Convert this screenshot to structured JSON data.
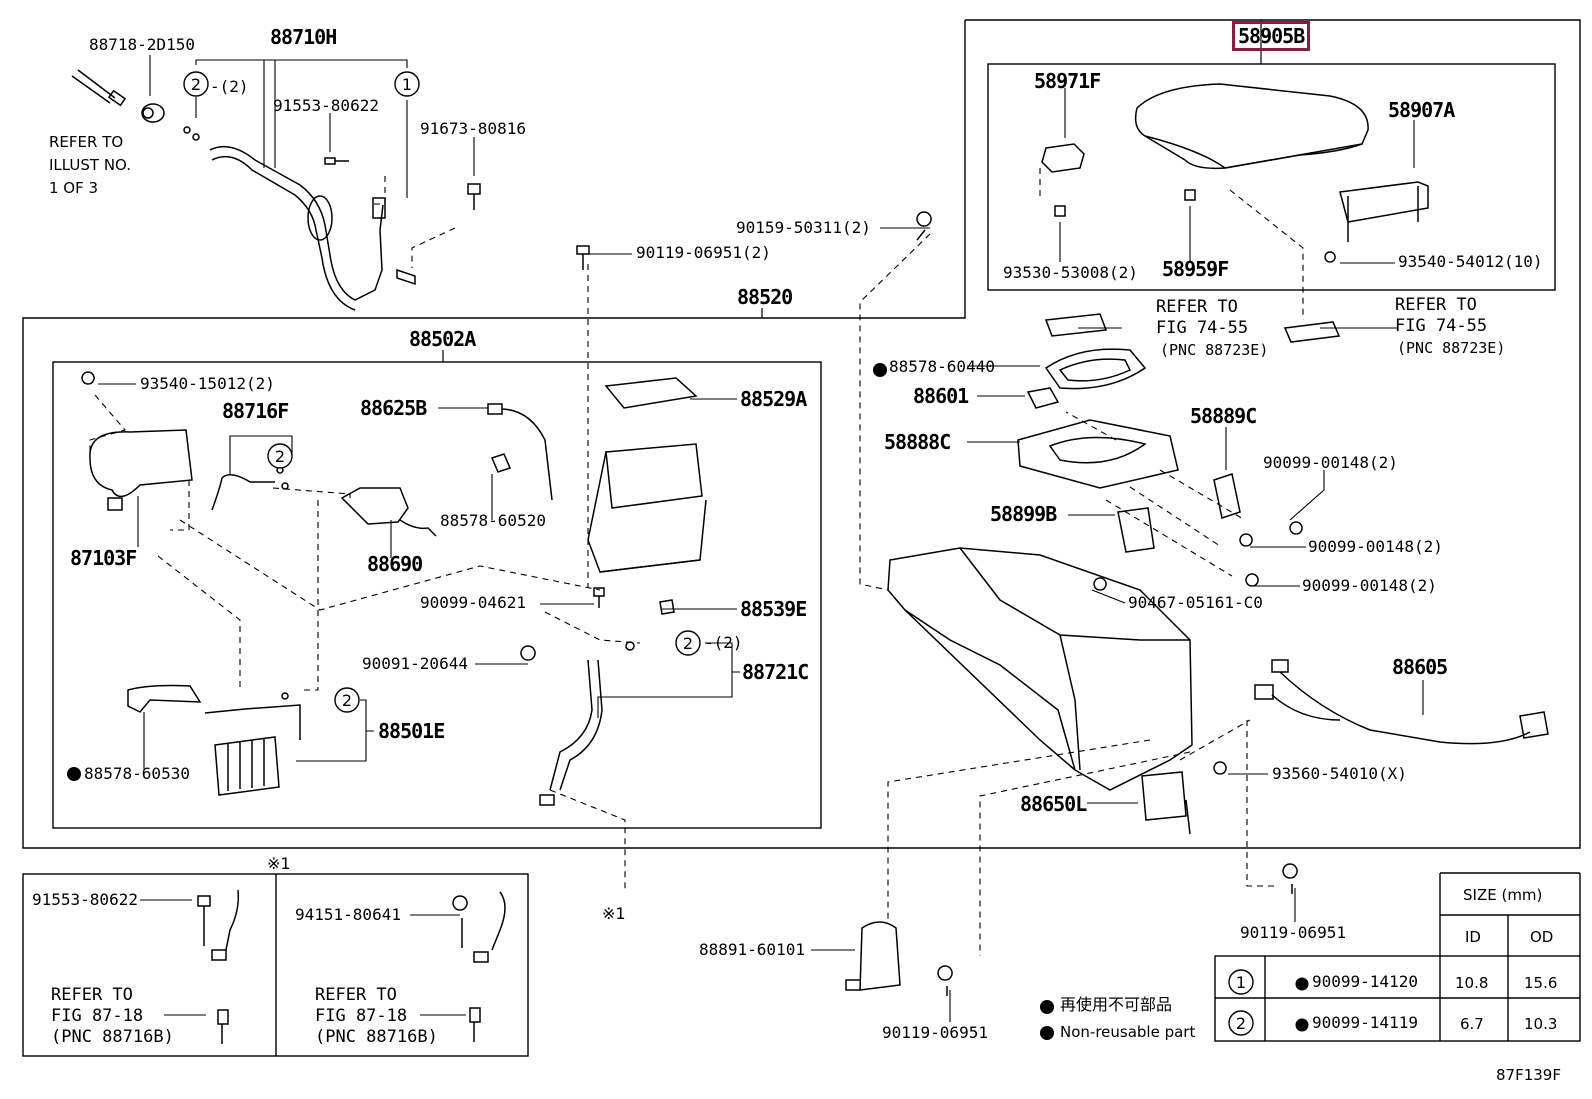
{
  "legend": {
    "dot_reusable_jp": "再使用不可部品",
    "dot_reusable_en": "Non-reusable part"
  },
  "figure_code": "87F139F",
  "size_table": {
    "title": "SIZE (mm)",
    "col_id": "ID",
    "col_od": "OD",
    "rows": [
      {
        "mark": "1",
        "part": "90099-14120",
        "id": "10.8",
        "od": "15.6"
      },
      {
        "mark": "2",
        "part": "90099-14119",
        "id": "6.7",
        "od": "10.3"
      }
    ]
  },
  "callout_marks": {
    "one": "1",
    "two": "2",
    "qty2": "-(2)"
  },
  "refs": {
    "refer_to": "REFER TO",
    "illust_no": "ILLUST NO.",
    "one_of_3": "1 OF 3",
    "fig_74_55": "FIG 74-55",
    "pnc_88723e": "(PNC 88723E)",
    "fig_87_18": "FIG 87-18",
    "pnc_88716b": "(PNC 88716B)",
    "note_mark": "※1"
  },
  "assemblies": {
    "a58905b": "58905B",
    "a88520": "88520",
    "a88502a": "88502A",
    "a88710h": "88710H"
  },
  "parts": {
    "p88718": "88718-2D150",
    "p91553a": "91553-80622",
    "p91673": "91673-80816",
    "p58971f": "58971F",
    "p58907a": "58907A",
    "p93530": "93530-53008(2)",
    "p58959f": "58959F",
    "p93540b": "93540-54012(10)",
    "p90159": "90159-50311(2)",
    "p90119a": "90119-06951(2)",
    "p88578a": "88578-60440",
    "p88601": "88601",
    "p58888c": "58888C",
    "p58889c": "58889C",
    "p90099a": "90099-00148(2)",
    "p90099b": "90099-00148(2)",
    "p90099c": "90099-00148(2)",
    "p58899b": "58899B",
    "p90467": "90467-05161-C0",
    "p88605": "88605",
    "p93560": "93560-54010(X)",
    "p88650l": "88650L",
    "p90119b": "90119-06951",
    "p90119c": "90119-06951",
    "p88891": "88891-60101",
    "p93540a": "93540-15012(2)",
    "p88716f": "88716F",
    "p87103f": "87103F",
    "p88625b": "88625B",
    "p88578b": "88578-60520",
    "p88690": "88690",
    "p88529a": "88529A",
    "p90099d": "90099-04621",
    "p88539e": "88539E",
    "p90091": "90091-20644",
    "p88721c": "88721C",
    "p88501e": "88501E",
    "p88578c": "88578-60530",
    "p91553b": "91553-80622",
    "p94151": "94151-80641"
  }
}
